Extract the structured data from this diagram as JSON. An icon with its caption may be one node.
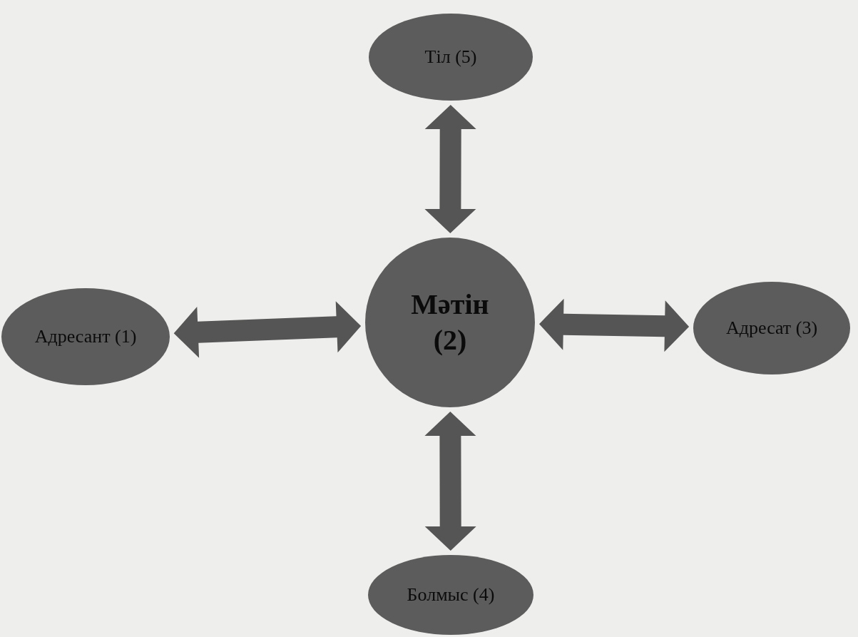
{
  "diagram": {
    "nodes": [
      {
        "text": [
          "Тіл (5)"
        ]
      },
      {
        "text": [
          "Адресант (1)"
        ]
      },
      {
        "text": [
          "Мәтін (2)"
        ]
      },
      {
        "text": [
          "Адресат (3)"
        ]
      },
      {
        "text": [
          "Болмыс (4)"
        ]
      }
    ],
    "edges": [
      {
        "from": 2,
        "to": 0,
        "arrow": "both"
      },
      {
        "from": 1,
        "to": 2,
        "arrow": "both"
      },
      {
        "from": 2,
        "to": 3,
        "arrow": "both"
      },
      {
        "from": 2,
        "to": 4,
        "arrow": "both"
      }
    ]
  }
}
